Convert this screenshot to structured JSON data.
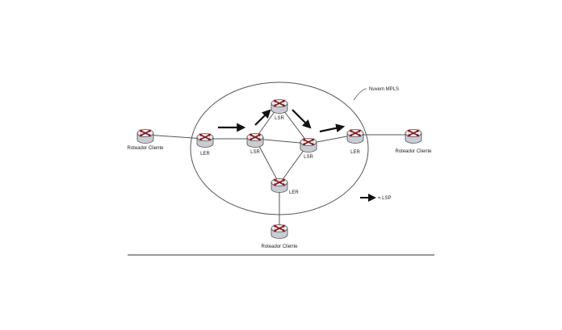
{
  "cloud_label": "Nuvem MPLS",
  "legend_label": "= LSP",
  "nodes": {
    "client_left": {
      "label": "Roteador Cliente"
    },
    "ler_left": {
      "label": "LER"
    },
    "lsr_left": {
      "label": "LSR"
    },
    "lsr_top": {
      "label": "LSR"
    },
    "lsr_mid": {
      "label": "LSR"
    },
    "ler_right": {
      "label": "LER"
    },
    "client_right": {
      "label": "Roteador Cliente"
    },
    "ler_bottom": {
      "label": "LER"
    },
    "client_bottom": {
      "label": "Roteador Cliente"
    }
  },
  "colors": {
    "router_body": "#c9ccd2",
    "router_top": "#e6e8ec",
    "router_outline": "#4a4d55",
    "router_arrows": "#8a1717",
    "link": "#555555",
    "ellipse": "#555555",
    "lsp_arrow": "#111111"
  },
  "icons": {
    "router": "router-icon",
    "lsp_arrow": "arrow-right-icon"
  }
}
